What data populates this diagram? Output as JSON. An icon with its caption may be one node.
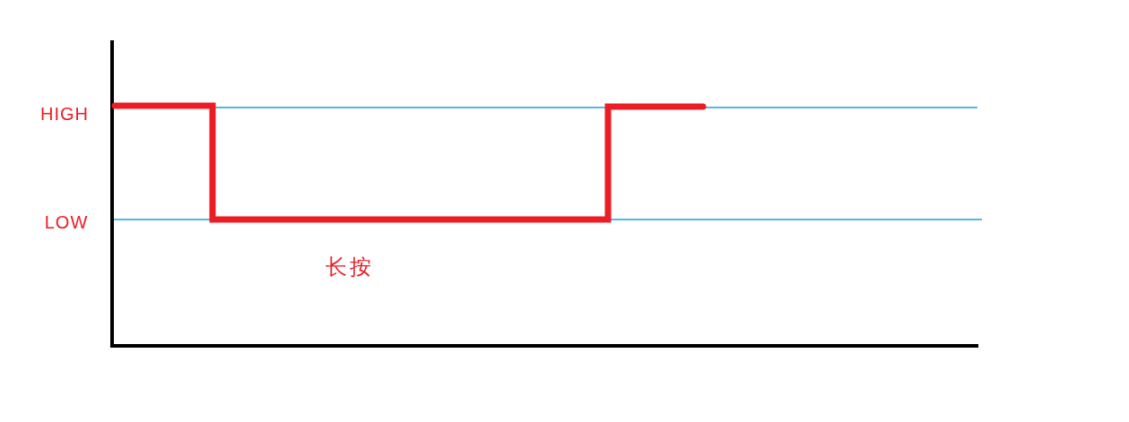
{
  "diagram": {
    "labels": [
      "HIGH",
      "LOW",
      "长按"
    ]
  }
}
